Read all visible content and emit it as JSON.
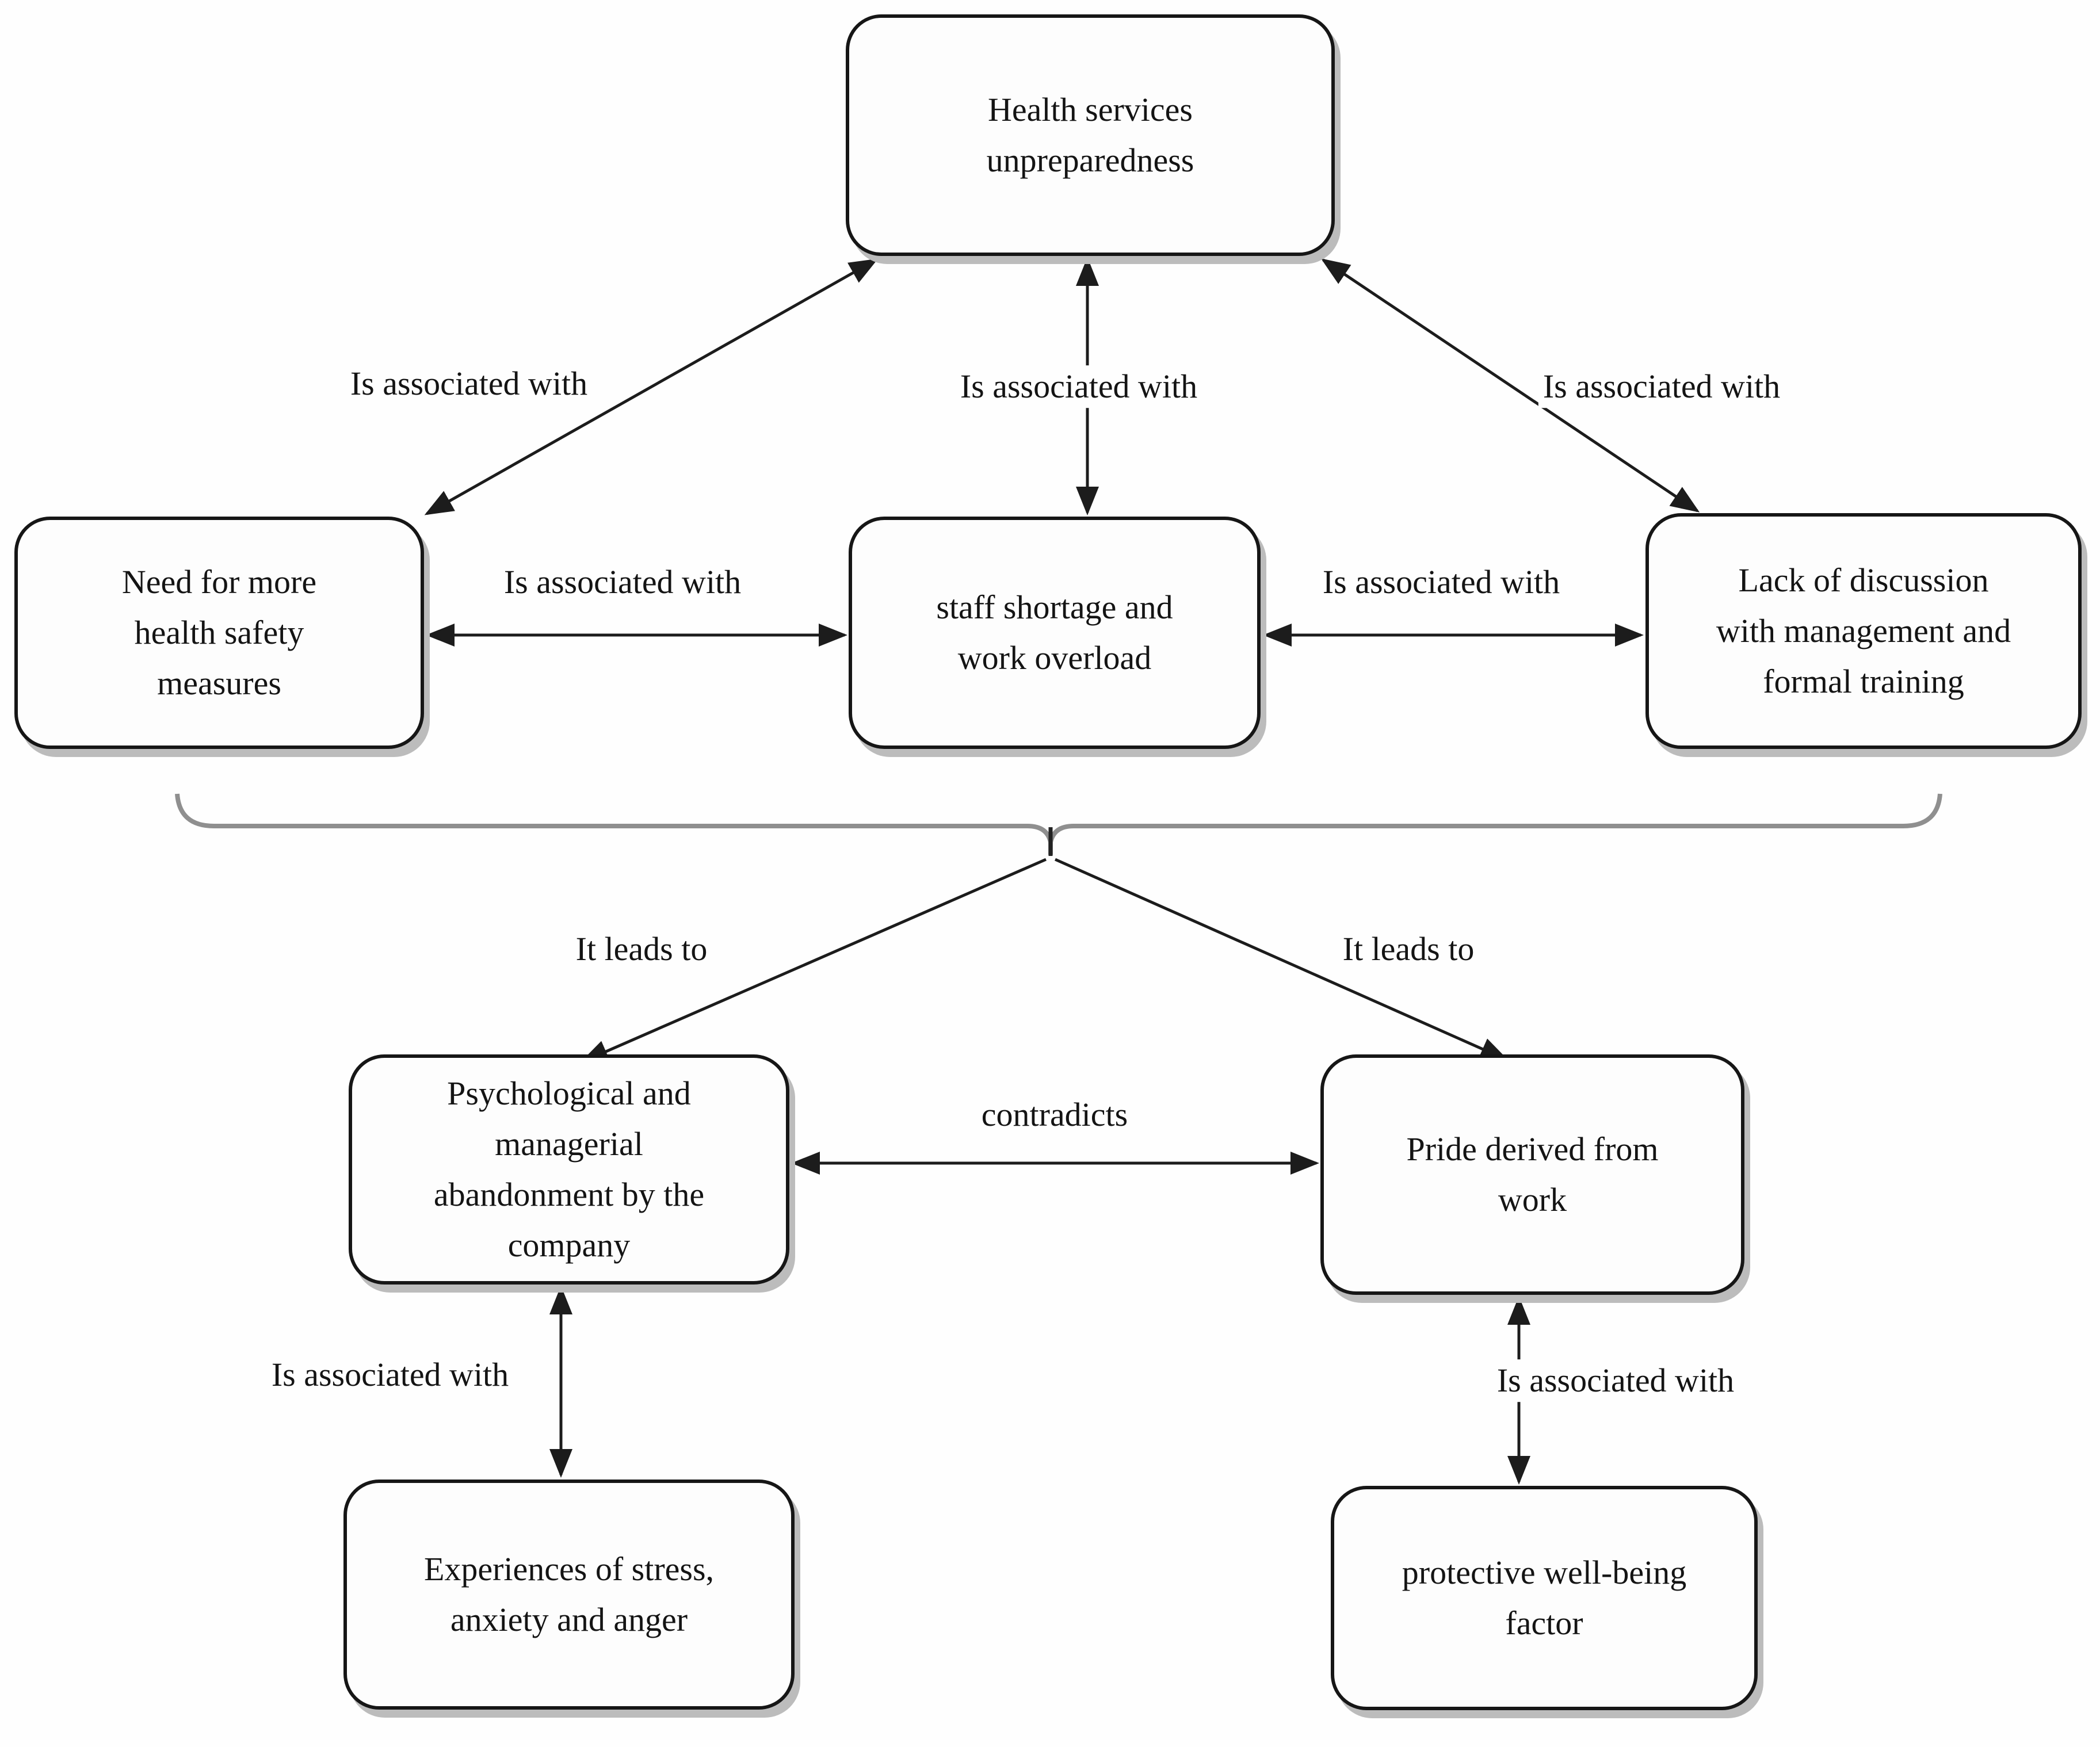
{
  "diagram": {
    "background_color": "#fefefe",
    "node_fill_color": "#fdfdfd",
    "node_border_color": "#161616",
    "node_shadow_color": "#bcbcbc",
    "arrow_color": "#1c1c1c",
    "brace_color": "#8f8f8f",
    "nodes": [
      {
        "id": "health-services-unpreparedness",
        "label": "Health services\nunpreparedness"
      },
      {
        "id": "need-more-health-safety-measures",
        "label": "Need for more\nhealth safety\nmeasures"
      },
      {
        "id": "staff-shortage-work-overload",
        "label": "staff shortage and\nwork overload"
      },
      {
        "id": "lack-of-discussion-management-training",
        "label": "Lack of discussion\nwith management and\nformal training"
      },
      {
        "id": "psychological-managerial-abandonment",
        "label": "Psychological and\nmanagerial\nabandonment by the\ncompany"
      },
      {
        "id": "pride-derived-from-work",
        "label": "Pride derived from\nwork"
      },
      {
        "id": "experiences-stress-anxiety-anger",
        "label": "Experiences of stress,\nanxiety and anger"
      },
      {
        "id": "protective-wellbeing-factor",
        "label": "protective well-being\nfactor"
      }
    ],
    "edges": [
      {
        "id": "health-need",
        "label": "Is associated with"
      },
      {
        "id": "health-staff",
        "label": "Is associated with"
      },
      {
        "id": "health-lack",
        "label": "Is associated with"
      },
      {
        "id": "need-staff",
        "label": "Is associated with"
      },
      {
        "id": "staff-lack",
        "label": "Is associated with"
      },
      {
        "id": "group-psych",
        "label": "It leads to"
      },
      {
        "id": "group-pride",
        "label": "It leads to"
      },
      {
        "id": "psych-pride",
        "label": "contradicts"
      },
      {
        "id": "psych-stress",
        "label": "Is associated with"
      },
      {
        "id": "pride-protective",
        "label": "Is associated with"
      }
    ]
  }
}
